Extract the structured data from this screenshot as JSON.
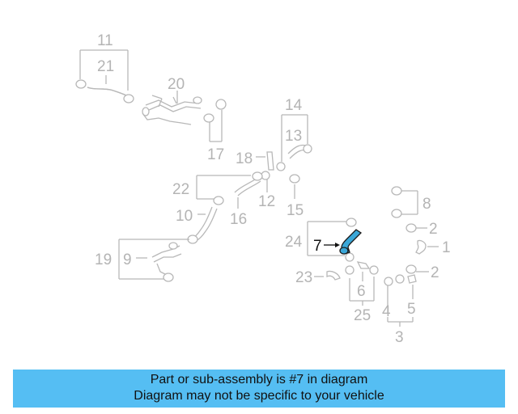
{
  "diagram": {
    "callouts": {
      "c1": "1",
      "c2a": "2",
      "c2b": "2",
      "c3": "3",
      "c4": "4",
      "c5": "5",
      "c6": "6",
      "c7": "7",
      "c8": "8",
      "c9": "9",
      "c10": "10",
      "c11": "11",
      "c12": "12",
      "c13": "13",
      "c14": "14",
      "c15": "15",
      "c16": "16",
      "c17": "17",
      "c18": "18",
      "c19": "19",
      "c20": "20",
      "c21": "21",
      "c22": "22",
      "c23": "23",
      "c24": "24",
      "c25": "25"
    },
    "highlighted_part": "7",
    "colors": {
      "line_gray": "#b8b8b8",
      "highlight_fill": "#3aa7d8",
      "banner_bg": "#55bef3"
    }
  },
  "banner": {
    "line1": "Part or sub-assembly is #7 in diagram",
    "line2": "Diagram may not be specific to your vehicle"
  }
}
